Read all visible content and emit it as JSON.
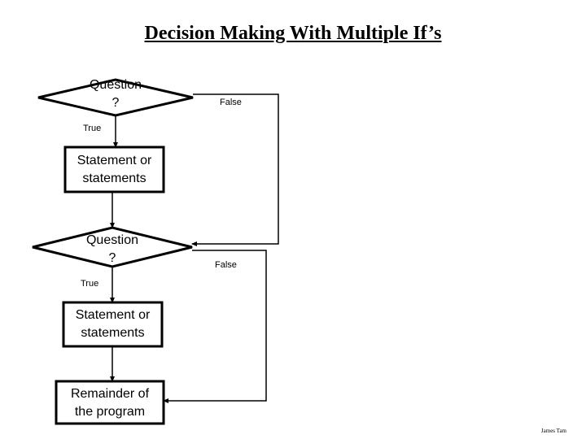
{
  "title": "Decision Making With Multiple If’s",
  "nodes": {
    "question_1": [
      "Question",
      "?"
    ],
    "statement_1": [
      "Statement or",
      "statements"
    ],
    "question_2": [
      "Question",
      "?"
    ],
    "statement_2": [
      "Statement or",
      "statements"
    ],
    "remainder": [
      "Remainder of",
      "the program"
    ]
  },
  "edge_labels": {
    "q1_true": "True",
    "q1_false": "False",
    "q2_true": "True",
    "q2_false": "False"
  },
  "author": "James Tam"
}
